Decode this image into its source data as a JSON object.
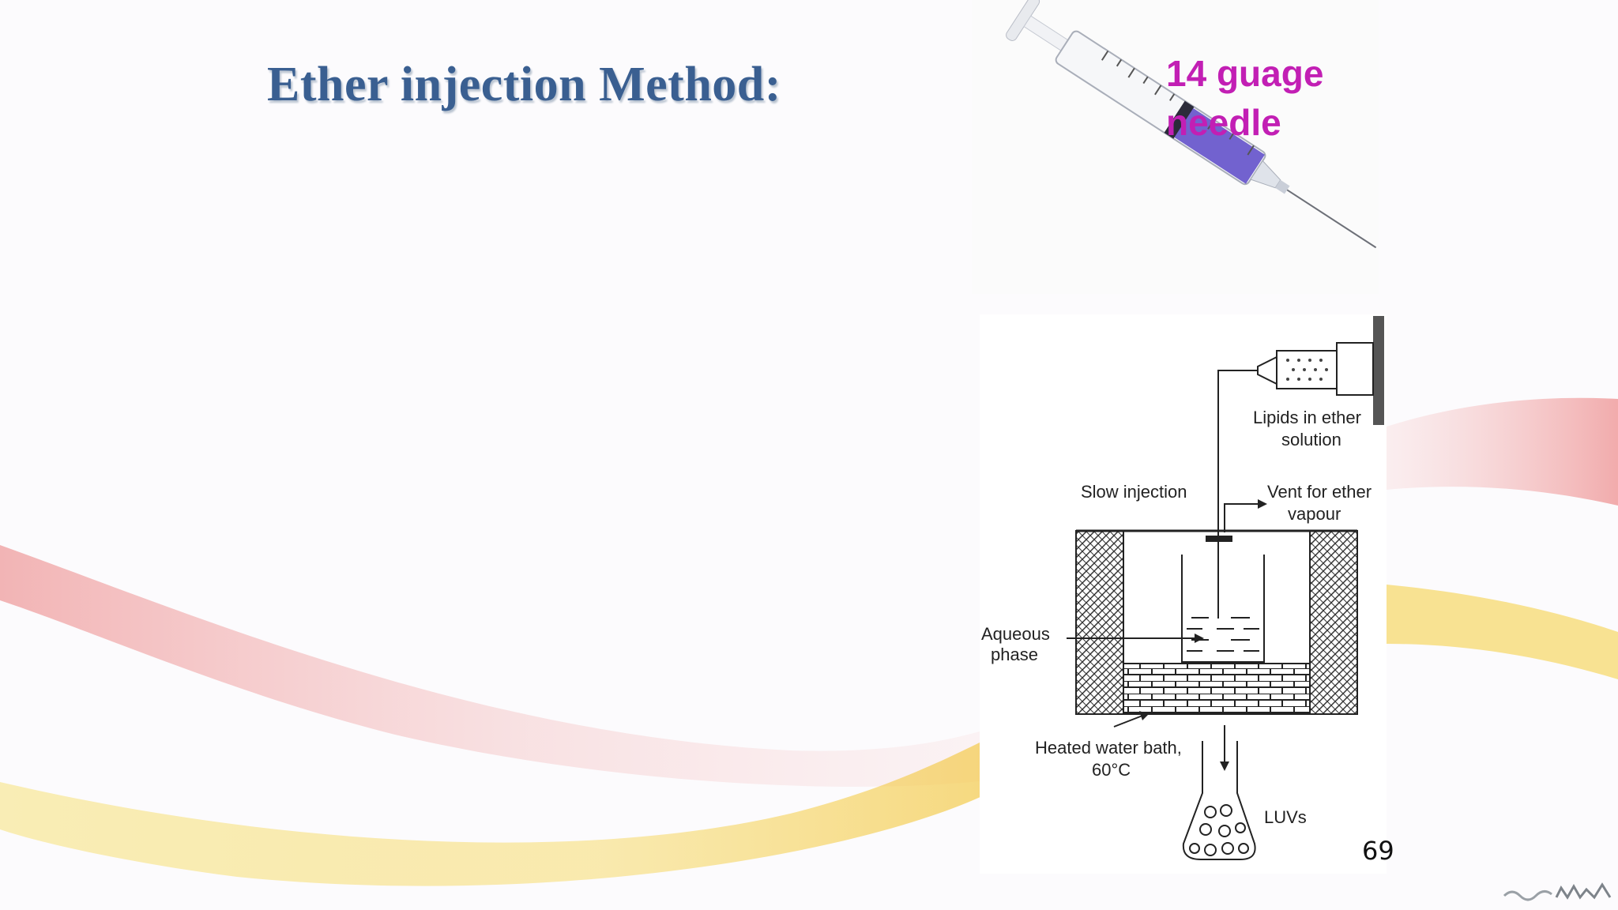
{
  "slide": {
    "title": "Ether injection Method:",
    "page_number": "69"
  },
  "syringe": {
    "label_line1": "14 guage",
    "label_line2": "needle"
  },
  "diagram": {
    "lipids_label_line1": "Lipids in ether",
    "lipids_label_line2": "solution",
    "slow_injection_label": "Slow injection",
    "vent_label_line1": "Vent for ether",
    "vent_label_line2": "vapour",
    "aqueous_label_line1": "Aqueous",
    "aqueous_label_line2": "phase",
    "water_bath_label_line1": "Heated water bath,",
    "water_bath_label_line2": "60°C",
    "luvs_label": "LUVs"
  },
  "colors": {
    "title": "#3a5f91",
    "needle_label": "#c21fb4",
    "swoosh_red": "#e24a4a",
    "swoosh_yellow": "#f3c21c",
    "syringe_liquid": "#5a48c8"
  }
}
